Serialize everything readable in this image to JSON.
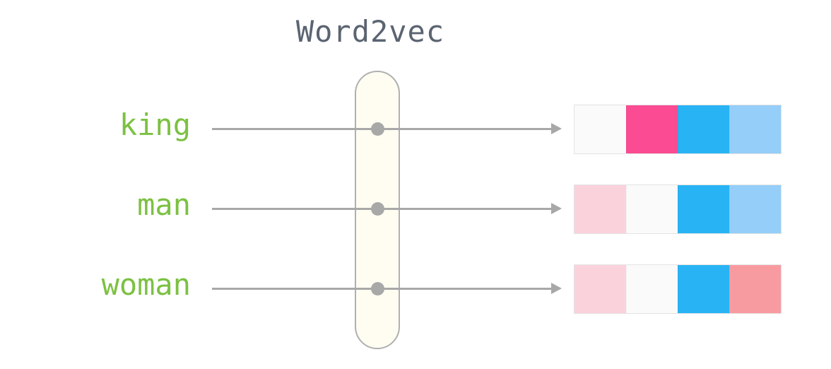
{
  "title": "Word2vec",
  "rows": [
    {
      "word": "king",
      "vector": [
        "near_white",
        "hot_pink",
        "bright_blue",
        "light_blue"
      ]
    },
    {
      "word": "man",
      "vector": [
        "light_pink",
        "near_white",
        "bright_blue",
        "light_blue"
      ]
    },
    {
      "word": "woman",
      "vector": [
        "light_pink",
        "near_white",
        "bright_blue",
        "salmon"
      ]
    }
  ],
  "palette": {
    "near_white": "#fbfafa",
    "hot_pink": "#fb4b92",
    "bright_blue": "#28b4f4",
    "light_blue": "#95cef8",
    "light_pink": "#fad2dc",
    "salmon": "#f89ba0",
    "word_green": "#7cc142",
    "arrow_gray": "#a8a8a8",
    "title_gray": "#5b6471",
    "pill_fill": "#fffdf2",
    "pill_border": "#b0b0b0",
    "cell_border": "#e3e3e3"
  }
}
